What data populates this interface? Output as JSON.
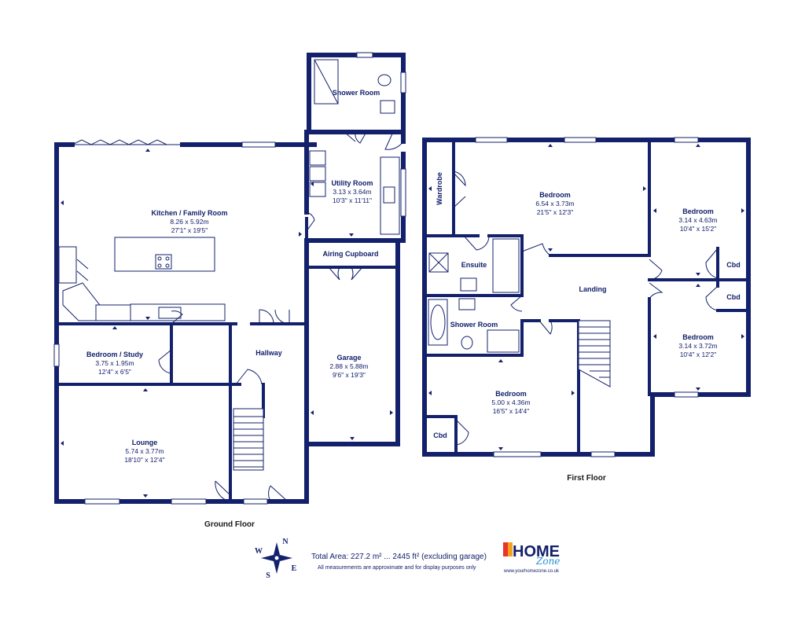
{
  "floors": {
    "ground": "Ground Floor",
    "first": "First Floor"
  },
  "rooms": {
    "kitchen": {
      "name": "Kitchen / Family Room",
      "metric": "8.26 x 5.92m",
      "imperial": "27'1\" x 19'5\""
    },
    "utility": {
      "name": "Utility Room",
      "metric": "3.13 x 3.64m",
      "imperial": "10'3\" x 11'11\""
    },
    "shower_ground": {
      "name": "Shower Room"
    },
    "airing": {
      "name": "Airing Cupboard"
    },
    "garage": {
      "name": "Garage",
      "metric": "2.88 x 5.88m",
      "imperial": "9'6\" x 19'3\""
    },
    "study": {
      "name": "Bedroom / Study",
      "metric": "3.75 x 1.95m",
      "imperial": "12'4\" x 6'5\""
    },
    "hallway": {
      "name": "Hallway"
    },
    "lounge": {
      "name": "Lounge",
      "metric": "5.74 x 3.77m",
      "imperial": "18'10\" x 12'4\""
    },
    "wardrobe": {
      "name": "Wardrobe"
    },
    "bed_master": {
      "name": "Bedroom",
      "metric": "6.54 x 3.73m",
      "imperial": "21'5\" x 12'3\""
    },
    "ensuite": {
      "name": "Ensuite"
    },
    "bed_right_top": {
      "name": "Bedroom",
      "metric": "3.14 x 4.63m",
      "imperial": "10'4\" x 15'2\""
    },
    "cbd1": {
      "name": "Cbd"
    },
    "cbd2": {
      "name": "Cbd"
    },
    "landing": {
      "name": "Landing"
    },
    "shower_first": {
      "name": "Shower Room"
    },
    "bed_right_bottom": {
      "name": "Bedroom",
      "metric": "3.14 x 3.72m",
      "imperial": "10'4\" x 12'2\""
    },
    "bed_bottom": {
      "name": "Bedroom",
      "metric": "5.00 x 4.36m",
      "imperial": "16'5\" x 14'4\""
    },
    "cbd3": {
      "name": "Cbd"
    }
  },
  "footer": {
    "total_area": "Total Area: 227.2 m² ... 2445 ft² (excluding garage)",
    "disclaimer": "All measurements are approximate and for display purposes only"
  },
  "compass": {
    "n": "N",
    "s": "S",
    "e": "E",
    "w": "W"
  },
  "logo": {
    "home": "HOME",
    "zone": "Zone",
    "url": "www.yourhomezone.co.uk",
    "brand_colors": [
      "#e8352e",
      "#f4a11d",
      "#2d9de0",
      "#13206b"
    ]
  }
}
